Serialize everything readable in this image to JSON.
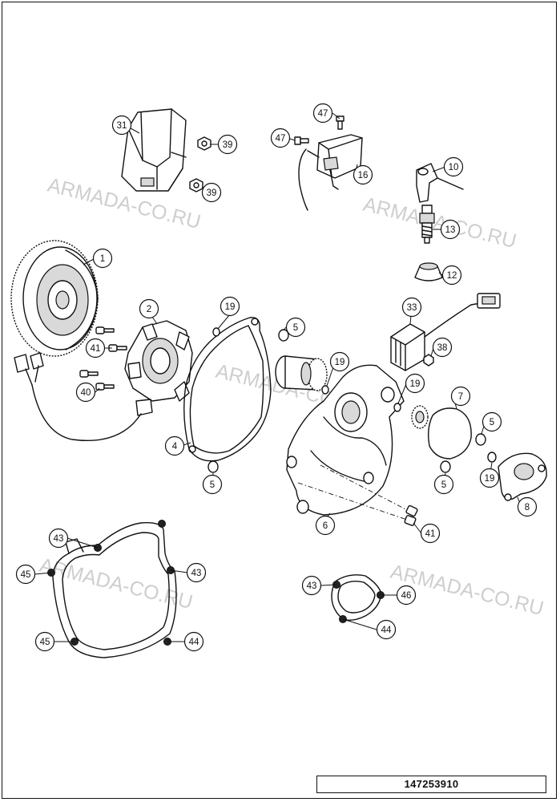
{
  "watermark": "ARMADA-CO.RU",
  "drawing_number": "147253910",
  "callouts": [
    {
      "id": "c31",
      "label": "31"
    },
    {
      "id": "c39a",
      "label": "39"
    },
    {
      "id": "c39b",
      "label": "39"
    },
    {
      "id": "c47a",
      "label": "47"
    },
    {
      "id": "c47b",
      "label": "47"
    },
    {
      "id": "c16",
      "label": "16"
    },
    {
      "id": "c10",
      "label": "10"
    },
    {
      "id": "c13",
      "label": "13"
    },
    {
      "id": "c12",
      "label": "12"
    },
    {
      "id": "c1",
      "label": "1"
    },
    {
      "id": "c2",
      "label": "2"
    },
    {
      "id": "c19a",
      "label": "19"
    },
    {
      "id": "c5a",
      "label": "5"
    },
    {
      "id": "c33",
      "label": "33"
    },
    {
      "id": "c38",
      "label": "38"
    },
    {
      "id": "c41a",
      "label": "41"
    },
    {
      "id": "c40",
      "label": "40"
    },
    {
      "id": "c19b",
      "label": "19"
    },
    {
      "id": "c19c",
      "label": "19"
    },
    {
      "id": "c7",
      "label": "7"
    },
    {
      "id": "c5b",
      "label": "5"
    },
    {
      "id": "c4",
      "label": "4"
    },
    {
      "id": "c5c",
      "label": "5"
    },
    {
      "id": "c5d",
      "label": "5"
    },
    {
      "id": "c19d",
      "label": "19"
    },
    {
      "id": "c8",
      "label": "8"
    },
    {
      "id": "c6",
      "label": "6"
    },
    {
      "id": "c41b",
      "label": "41"
    },
    {
      "id": "c43a",
      "label": "43"
    },
    {
      "id": "c45a",
      "label": "45"
    },
    {
      "id": "c43b",
      "label": "43"
    },
    {
      "id": "c45b",
      "label": "45"
    },
    {
      "id": "c44a",
      "label": "44"
    },
    {
      "id": "c43c",
      "label": "43"
    },
    {
      "id": "c46",
      "label": "46"
    },
    {
      "id": "c44b",
      "label": "44"
    }
  ]
}
